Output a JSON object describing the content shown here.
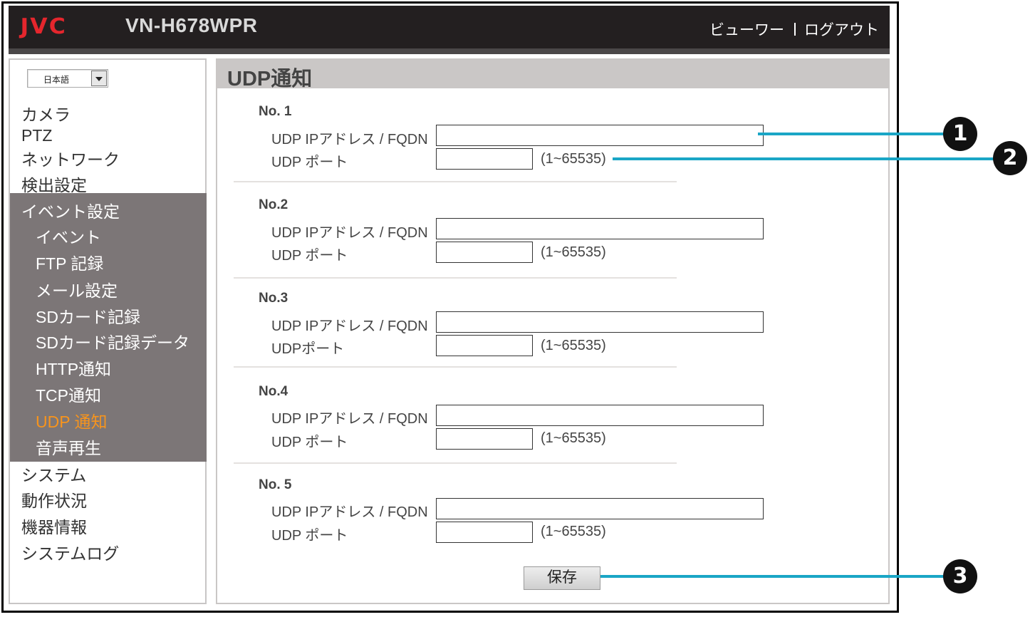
{
  "header": {
    "logo": "JVC",
    "model": "VN-H678WPR",
    "viewer_link": "ビューワー",
    "logout_link": "ログアウト"
  },
  "sidebar": {
    "language": "日本語",
    "items_top": [
      "カメラ",
      "PTZ",
      "ネットワーク",
      "検出設定"
    ],
    "event_group": {
      "label": "イベント設定",
      "sub_items": [
        "イベント",
        "FTP 記録",
        "メール設定",
        "SDカード記録",
        "SDカード記録データ",
        "HTTP通知",
        "TCP通知",
        "UDP 通知",
        "音声再生"
      ],
      "active_item": "UDP 通知"
    },
    "items_bottom": [
      "システム",
      "動作状況",
      "機器情報",
      "システムログ"
    ]
  },
  "main": {
    "title": "UDP通知",
    "groups": [
      {
        "title": "No. 1",
        "addr_label": "UDP IPアドレス / FQDN",
        "addr_value": "",
        "port_label": "UDP ポート",
        "port_value": "",
        "range": "(1~65535)"
      },
      {
        "title": "No.2",
        "addr_label": "UDP IPアドレス / FQDN",
        "addr_value": "",
        "port_label": "UDP ポート",
        "port_value": "",
        "range": "(1~65535)"
      },
      {
        "title": "No.3",
        "addr_label": "UDP IPアドレス / FQDN",
        "addr_value": "",
        "port_label": "UDPポート",
        "port_value": "",
        "range": "(1~65535)"
      },
      {
        "title": "No.4",
        "addr_label": "UDP IPアドレス / FQDN",
        "addr_value": "",
        "port_label": "UDP ポート",
        "port_value": "",
        "range": "(1~65535)"
      },
      {
        "title": "No. 5",
        "addr_label": "UDP IPアドレス / FQDN",
        "addr_value": "",
        "port_label": "UDP ポート",
        "port_value": "",
        "range": "(1~65535)"
      }
    ],
    "save_label": "保存"
  },
  "callouts": [
    "1",
    "2",
    "3"
  ],
  "colors": {
    "header_bg": "#231f20",
    "logo_red": "#e5262d",
    "event_group_bg": "#7c7677",
    "active_orange": "#f7941d",
    "callout_line": "#1aa6c6"
  }
}
